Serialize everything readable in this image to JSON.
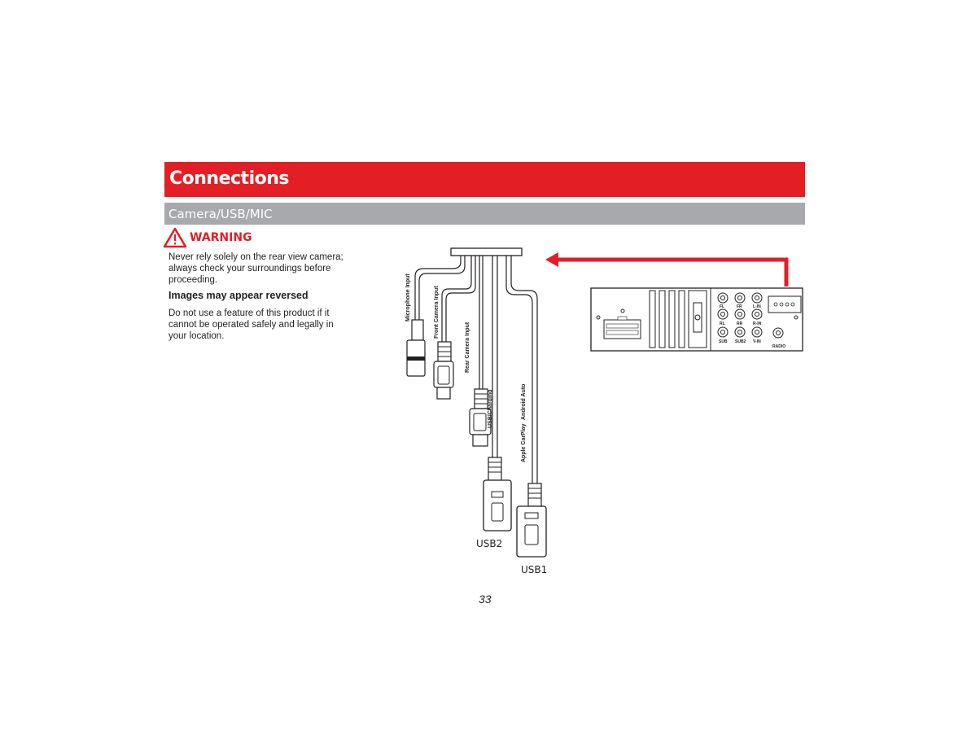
{
  "header": {
    "title": "Connections",
    "subtitle": "Camera/USB/MIC"
  },
  "warning": {
    "label": "WARNING",
    "text": "Never rely solely on the rear view camera; always check your surroundings before proceeding.",
    "heading": "Images may appear reversed",
    "body": "Do not use a feature of this product if it cannot be operated safely and legally in your location."
  },
  "diagram": {
    "cables": {
      "microphone": "Microphone  Input",
      "front_camera": "Front Camera  Input",
      "rear_camera": "Rear Camera  Input",
      "usb_charging": "USB/Charging",
      "apple_carplay": "Apple CarPlay",
      "android_auto": "Android Auto"
    },
    "usb2": "USB2",
    "usb1": "USB1",
    "unit_labels": {
      "fl": "FL",
      "fr": "FR",
      "lin": "L-IN",
      "rl": "RL",
      "rr": "RR",
      "rin": "R-IN",
      "sub": "SUB",
      "sub2": "SUB2",
      "vin": "V-IN",
      "radio": "RADIO"
    },
    "arrow_color": "#e31e24"
  },
  "page_number": "33"
}
